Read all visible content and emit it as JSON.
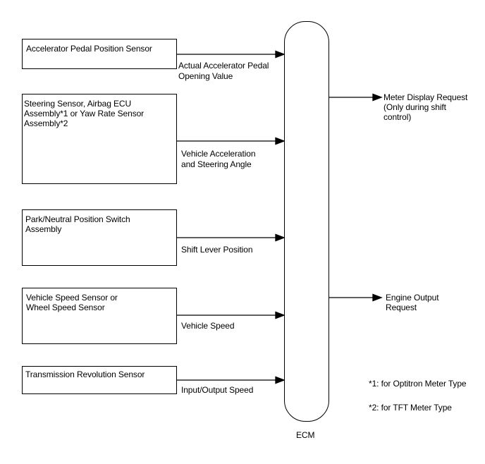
{
  "inputs": [
    {
      "sensor": "Accelerator Pedal Position Sensor",
      "signal": "Actual Accelerator Pedal\nOpening Value"
    },
    {
      "sensor": "Steering Sensor, Airbag ECU\nAssembly*1 or Yaw Rate Sensor\nAssembly*2",
      "signal": "Vehicle Acceleration\nand Steering Angle"
    },
    {
      "sensor": "Park/Neutral Position Switch\nAssembly",
      "signal": "Shift Lever Position"
    },
    {
      "sensor": "Vehicle Speed Sensor or\nWheel Speed Sensor",
      "signal": "Vehicle Speed"
    },
    {
      "sensor": "Transmission Revolution Sensor",
      "signal": "Input/Output Speed"
    }
  ],
  "ecm": {
    "label": "ECM"
  },
  "outputs": [
    {
      "signal": "Meter Display Request\n(Only during shift\ncontrol)"
    },
    {
      "signal": "Engine Output\nRequest"
    }
  ],
  "notes": [
    "*1: for Optitron Meter Type",
    "*2: for TFT Meter Type"
  ]
}
